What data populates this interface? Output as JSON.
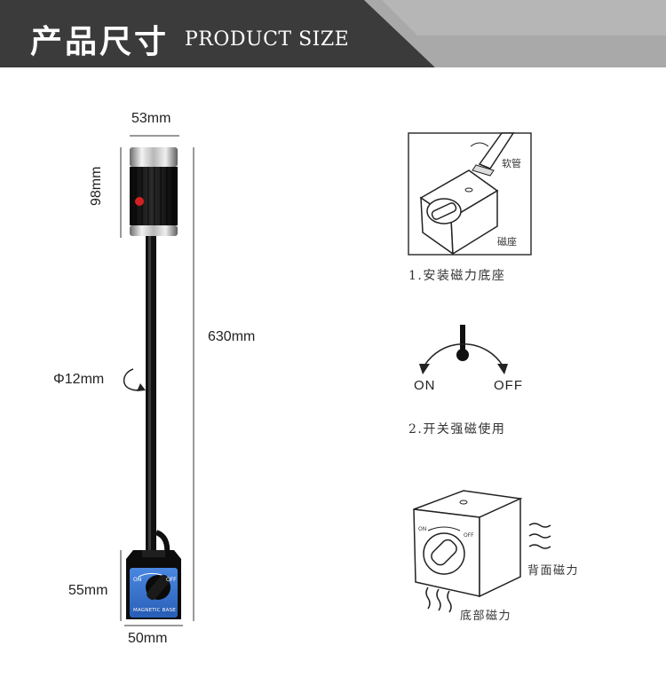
{
  "banner": {
    "title_cn": "产品尺寸",
    "title_en": "PRODUCT SIZE"
  },
  "product": {
    "head_width": "53mm",
    "head_height": "98mm",
    "total_length": "630mm",
    "tube_diameter": "Φ12mm",
    "base_height": "55mm",
    "base_width": "50mm",
    "base_label": "MAGNETIC BASE",
    "base_switch_on": "ON",
    "base_switch_off": "OFF"
  },
  "step1": {
    "caption": "1.安装磁力底座",
    "hose_label": "软管",
    "base_label": "磁座"
  },
  "step2": {
    "caption": "2.开关强磁使用",
    "on_label": "ON",
    "off_label": "OFF"
  },
  "step3": {
    "back_label": "背面磁力",
    "bottom_label": "底部磁力",
    "on_label": "ON",
    "off_label": "OFF"
  },
  "colors": {
    "banner_dark": "#3a3a3a",
    "banner_light": "#9a9a9a",
    "indicator_red": "#d42020",
    "base_blue": "#2f6fd0"
  }
}
